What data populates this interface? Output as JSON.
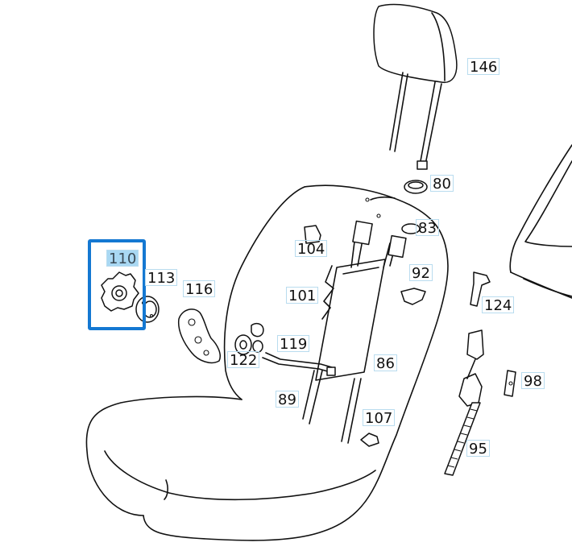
{
  "diagram": {
    "selected_part": "110",
    "callouts": [
      {
        "id": "146",
        "label": "146"
      },
      {
        "id": "80",
        "label": "80"
      },
      {
        "id": "83",
        "label": "83"
      },
      {
        "id": "104",
        "label": "104"
      },
      {
        "id": "110",
        "label": "110"
      },
      {
        "id": "92",
        "label": "92"
      },
      {
        "id": "113",
        "label": "113"
      },
      {
        "id": "116",
        "label": "116"
      },
      {
        "id": "101",
        "label": "101"
      },
      {
        "id": "124",
        "label": "124"
      },
      {
        "id": "119",
        "label": "119"
      },
      {
        "id": "122",
        "label": "122"
      },
      {
        "id": "86",
        "label": "86"
      },
      {
        "id": "98",
        "label": "98"
      },
      {
        "id": "89",
        "label": "89"
      },
      {
        "id": "107",
        "label": "107"
      },
      {
        "id": "95",
        "label": "95"
      }
    ]
  },
  "colors": {
    "selection_border": "#1478d2",
    "label_highlight": "#a9d8f3",
    "label_border": "#b9dcef",
    "line": "#111111"
  }
}
